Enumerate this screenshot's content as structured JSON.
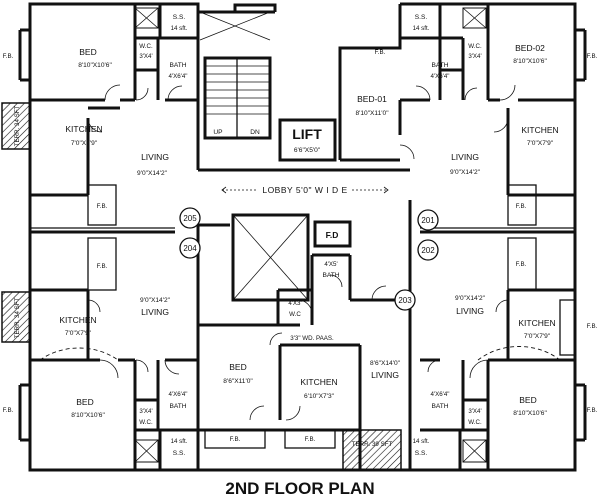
{
  "title": "2ND  FLOOR PLAN",
  "core": {
    "lift": "LIFT",
    "lift_dim": "6'6\"X5'0\"",
    "lobby": "LOBBY  5'0\"  W I D E",
    "fd": "F.D",
    "up": "UP",
    "dn": "DN",
    "wd_paas": "3'3\" WD. PAAS.",
    "terrace_bottom": "TERR. 39 SFT"
  },
  "flats": {
    "f205": {
      "number": "205",
      "bed": {
        "name": "BED",
        "dim": "8'10\"X10'6\""
      },
      "wc": {
        "name": "W.C.",
        "dim": "3'X4'"
      },
      "bath": {
        "name": "BATH",
        "dim": "4'X6'4\""
      },
      "kitchen": {
        "name": "KITCHEN",
        "dim": "7'0\"X7'9\""
      },
      "living": {
        "name": "LIVING",
        "dim": "9'0\"X14'2\""
      },
      "ss": {
        "name": "S.S.",
        "area": "14 sft."
      },
      "terr": "TERR. 34 SFT",
      "fb": "F.B."
    },
    "f204": {
      "number": "204",
      "living": {
        "name": "LIVING",
        "dim": "9'0\"X14'2\""
      },
      "kitchen": {
        "name": "KITCHEN",
        "dim": "7'0\"X7'9\""
      },
      "bed": {
        "name": "BED",
        "dim": "8'10\"X10'6\""
      },
      "wc": {
        "name": "W.C.",
        "dim": "3'X4'"
      },
      "bath": {
        "name": "BATH",
        "dim": "4'X6'4\""
      },
      "ss": {
        "name": "S.S.",
        "area": "14 sft."
      },
      "terr": "TERR. 34 SFT",
      "fb": "F.B."
    },
    "f203": {
      "number": "203",
      "bed": {
        "name": "BED",
        "dim": "8'6\"X11'0\""
      },
      "kitchen": {
        "name": "KITCHEN",
        "dim": "6'10\"X7'3\""
      },
      "living": {
        "name": "LIVING",
        "dim": "8'6\"X14'0\""
      },
      "bath": {
        "name": "BATH",
        "dim": "4'X5'"
      },
      "wc": {
        "name": "W.C",
        "dim": "4'X3'"
      },
      "fb": "F.B."
    },
    "f201": {
      "number": "201",
      "bed": {
        "name": "BED-01",
        "dim": "8'10\"X11'0\""
      },
      "bed2": {
        "name": "BED-02",
        "dim": "8'10\"X10'6\""
      },
      "wc": {
        "name": "W.C.",
        "dim": "3'X4'"
      },
      "bath": {
        "name": "BATH",
        "dim": "4'X6'4\""
      },
      "kitchen": {
        "name": "KITCHEN",
        "dim": "7'0\"X7'9\""
      },
      "living": {
        "name": "LIVING",
        "dim": "9'0\"X14'2\""
      },
      "ss": {
        "name": "S.S.",
        "area": "14 sft."
      },
      "fb": "F.B."
    },
    "f202": {
      "number": "202",
      "living": {
        "name": "LIVING",
        "dim": "9'0\"X14'2\""
      },
      "kitchen": {
        "name": "KITCHEN",
        "dim": "7'0\"X7'9\""
      },
      "bed": {
        "name": "BED",
        "dim": "8'10\"X10'6\""
      },
      "wc": {
        "name": "W.C.",
        "dim": "3'X4'"
      },
      "bath": {
        "name": "BATH",
        "dim": "4'X6'4\""
      },
      "ss": {
        "name": "S.S.",
        "area": "14 sft."
      },
      "fb": "F.B."
    }
  }
}
